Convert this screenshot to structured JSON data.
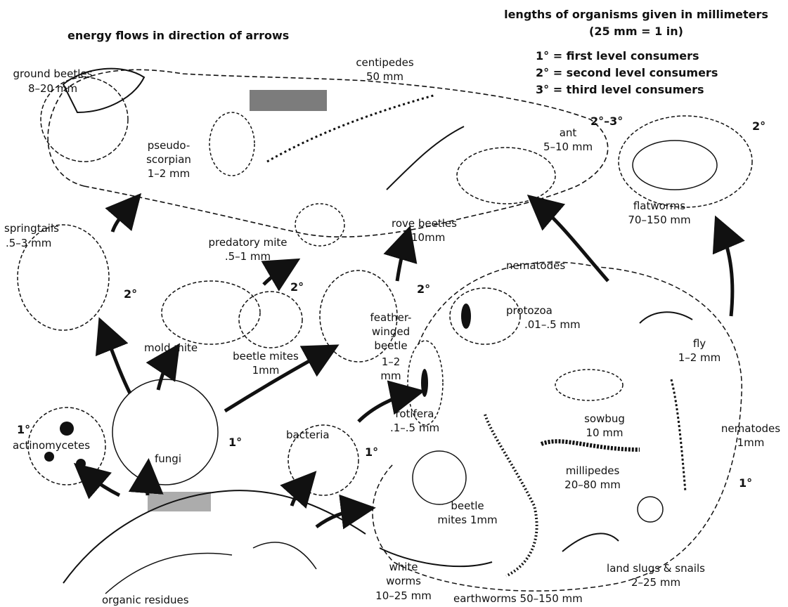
{
  "header": {
    "energy_note": "energy flows in direction of arrows",
    "lengths_line1": "lengths of organisms given in millimeters",
    "lengths_line2": "(25 mm = 1 in)"
  },
  "legend": {
    "first": "1° = first level consumers",
    "second": "2° = second level consumers",
    "third": "3° = third level consumers"
  },
  "organisms": {
    "ground_beetles": {
      "name": "ground beetles",
      "size": "8–20 mm"
    },
    "centipedes": {
      "name": "centipedes",
      "size": "50 mm"
    },
    "pseudoscorpian": {
      "name1": "pseudo-",
      "name2": "scorpian",
      "size": "1–2 mm"
    },
    "ant": {
      "name": "ant",
      "size": "5–10 mm"
    },
    "flatworms": {
      "name": "flatworms",
      "size": "70–150 mm"
    },
    "springtails": {
      "name": "springtails",
      "size": ".5–3 mm"
    },
    "predatory_mite": {
      "name": "predatory mite",
      "size": ".5–1 mm"
    },
    "rove_beetles": {
      "name": "rove beetles",
      "size": "10mm"
    },
    "nematodes_top": {
      "name": "nematodes"
    },
    "protozoa": {
      "name": "protozoa",
      "size": ".01–.5 mm"
    },
    "mold_mite": {
      "name": "mold mite"
    },
    "beetle_mites_mid": {
      "name": "beetle mites",
      "size": "1mm"
    },
    "feather_winged_beetle": {
      "l1": "feather-",
      "l2": "winged",
      "l3": "beetle",
      "l4": "1–2",
      "l5": "mm"
    },
    "fly": {
      "name": "fly",
      "size": "1–2 mm"
    },
    "actinomycetes": {
      "name": "actinomycetes"
    },
    "fungi": {
      "name": "fungi"
    },
    "bacteria": {
      "name": "bacteria"
    },
    "rotifera": {
      "name": "rotifera",
      "size": ".1–.5 mm"
    },
    "sowbug": {
      "name": "sowbug",
      "size": "10 mm"
    },
    "nematodes_right": {
      "name": "nematodes",
      "size": "1mm"
    },
    "millipedes": {
      "name": "millipedes",
      "size": "20–80 mm"
    },
    "beetle_mites_low": {
      "name": "beetle",
      "size": "mites 1mm"
    },
    "land_slugs": {
      "name": "land slugs & snails",
      "size": "2–25 mm"
    },
    "white_worms": {
      "l1": "white",
      "l2": "worms",
      "l3": "10–25 mm"
    },
    "earthworms": {
      "name": "earthworms 50–150 mm"
    },
    "organic_residues": {
      "name": "organic residues"
    }
  },
  "levels": {
    "first": "1°",
    "second": "2°",
    "second_third": "2°–3°"
  }
}
